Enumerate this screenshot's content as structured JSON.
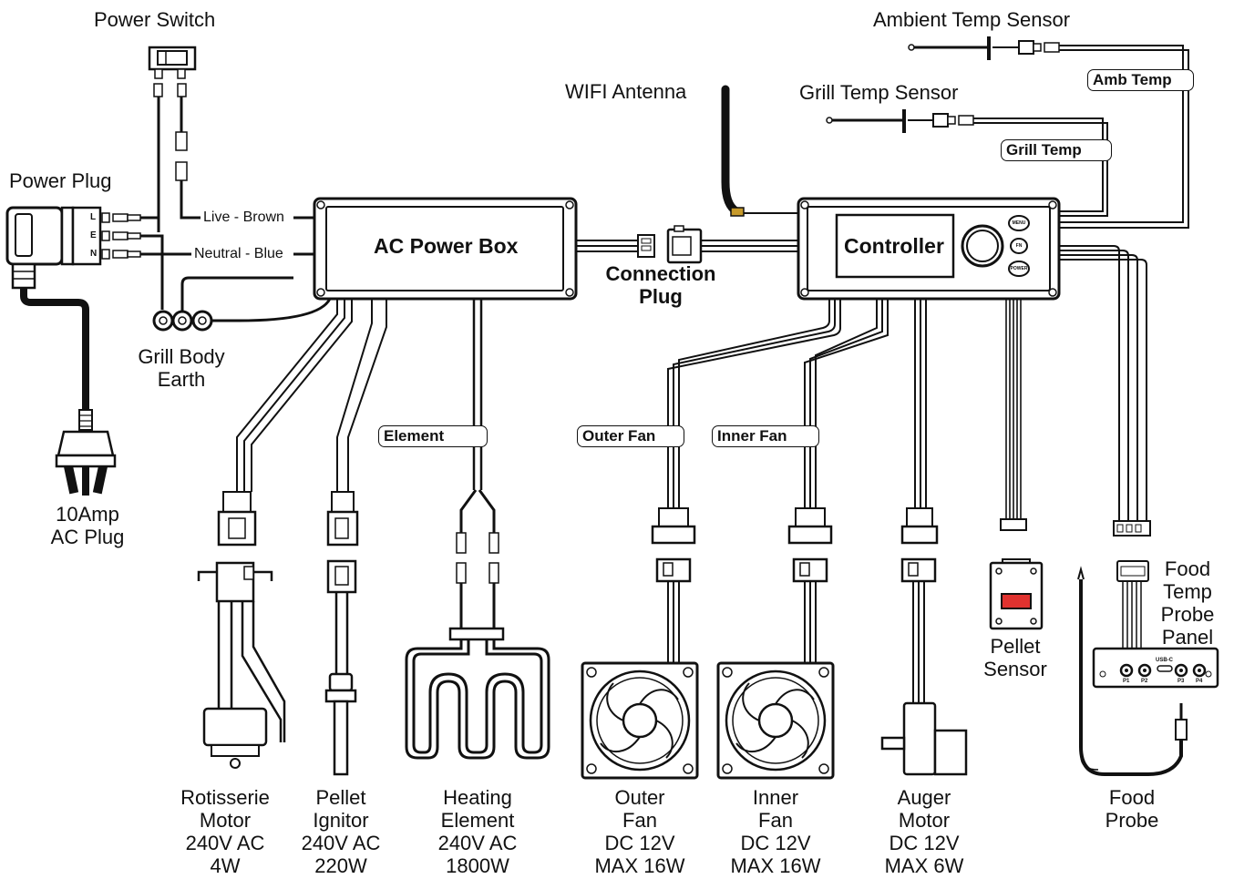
{
  "labels": {
    "power_switch": "Power Switch",
    "power_plug": "Power Plug",
    "plug_10amp": "10Amp\nAC Plug",
    "grill_body_earth": "Grill Body\nEarth",
    "wifi_antenna": "WIFI Antenna",
    "connection_plug": "Connection\nPlug",
    "ambient_temp_sensor": "Ambient Temp Sensor",
    "grill_temp_sensor": "Grill Temp Sensor",
    "rotisserie_motor": "Rotisserie\nMotor\n240V AC\n4W",
    "pellet_ignitor": "Pellet\nIgnitor\n240V AC\n220W",
    "heating_element": "Heating\nElement\n240V AC\n1800W",
    "outer_fan": "Outer\nFan\nDC 12V\nMAX 16W",
    "inner_fan": "Inner\nFan\nDC 12V\nMAX 16W",
    "auger_motor": "Auger\nMotor\nDC 12V\nMAX 6W",
    "pellet_sensor": "Pellet\nSensor",
    "food_temp_probe_panel": "Food\nTemp\nProbe\nPanel",
    "food_probe": "Food\nProbe"
  },
  "wires": {
    "live": "Live - Brown",
    "neutral": "Neutral - Blue"
  },
  "plug_pins": [
    "L",
    "E",
    "N"
  ],
  "tags": {
    "element": "Element",
    "outer_fan": "Outer Fan",
    "inner_fan": "Inner Fan",
    "grill_temp": "Grill Temp",
    "amb_temp": "Amb Temp"
  },
  "boxes": {
    "ac_power_box": "AC Power Box",
    "controller": "Controller"
  },
  "controller_buttons": [
    "MENU",
    "FN",
    "POWER"
  ],
  "probe_panel": {
    "ports": [
      "P1",
      "P2",
      "P3",
      "P4"
    ],
    "usb": "USB-C"
  }
}
